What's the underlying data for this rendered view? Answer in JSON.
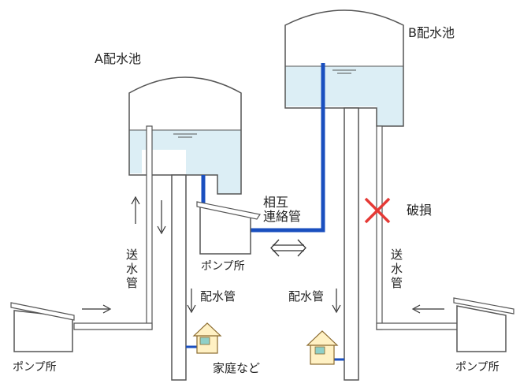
{
  "labels": {
    "tank_a": "A配水池",
    "tank_b": "B配水池",
    "interconnect_line1": "相互",
    "interconnect_line2": "連絡管",
    "damage": "破損",
    "pump_left": "ポンプ所",
    "pump_center": "ポンプ所",
    "pump_right": "ポンプ所",
    "distribution_pipe_left": "配水管",
    "distribution_pipe_right": "配水管",
    "homes": "家庭など",
    "supply_pipe_left": [
      "送",
      "水",
      "管"
    ],
    "supply_pipe_right": [
      "送",
      "水",
      "管"
    ]
  },
  "colors": {
    "water": "#dceef5",
    "pipe_outline": "#555555",
    "pipe_fill": "#ffffff",
    "interconnect": "#1a4fbf",
    "damage_mark": "#e53935",
    "house_fill": "#fff1c4",
    "house_outline": "#8a6a2f",
    "window": "#8fd0c8"
  }
}
